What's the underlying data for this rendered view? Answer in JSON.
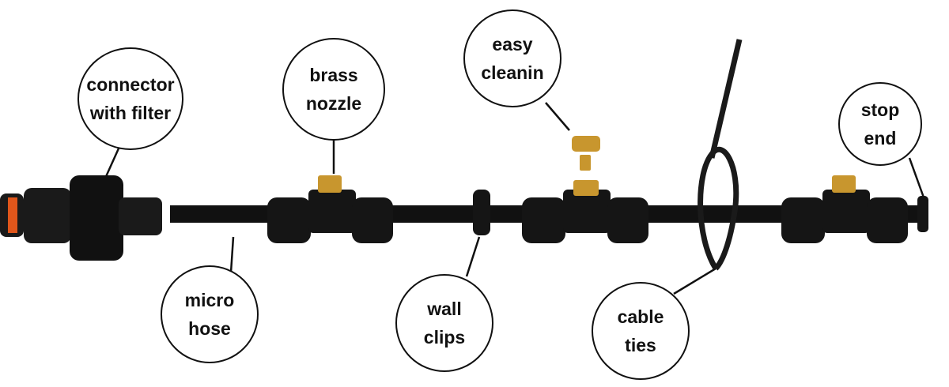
{
  "labels": {
    "connector": "connector\nwith filter",
    "brass_nozzle": "brass\nnozzle",
    "easy_cleaning": "easy\ncleanin",
    "stop_end": "stop\nend",
    "micro_hose": "micro\nhose",
    "wall_clips": "wall\nclips",
    "cable_ties": "cable\nties"
  },
  "colors": {
    "pipe": "#111111",
    "brass": "#c8962e",
    "seal": "#e0561b"
  }
}
